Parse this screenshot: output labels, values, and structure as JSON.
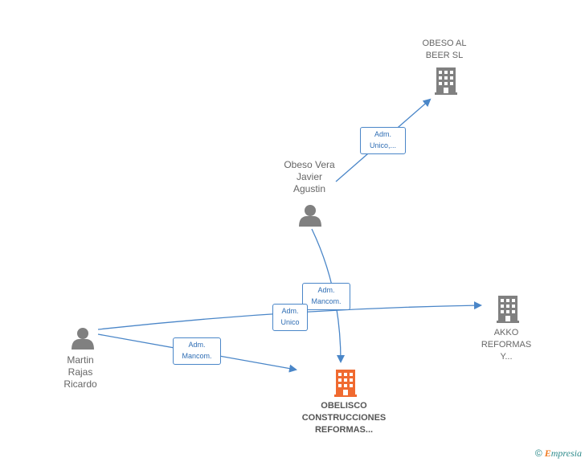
{
  "nodes": {
    "obeso_al_beer": {
      "lines": [
        "OBESO AL",
        "BEER  SL"
      ],
      "type": "company"
    },
    "obeso_vera": {
      "lines": [
        "Obeso Vera",
        "Javier",
        "Agustin"
      ],
      "type": "person"
    },
    "martin_rajas": {
      "lines": [
        "Martin",
        "Rajas",
        "Ricardo"
      ],
      "type": "person"
    },
    "akko": {
      "lines": [
        "AKKO",
        "REFORMAS",
        "Y..."
      ],
      "type": "company"
    },
    "obelisco": {
      "lines": [
        "OBELISCO",
        "CONSTRUCCIONES",
        "REFORMAS..."
      ],
      "type": "company",
      "highlight": true
    }
  },
  "edges": {
    "vera_to_beer": {
      "lines": [
        "Adm.",
        "Unico,..."
      ]
    },
    "vera_to_obelisco": {
      "lines": [
        "Adm.",
        "Mancom."
      ]
    },
    "martin_to_akko": {
      "lines": [
        "Adm.",
        "Unico"
      ]
    },
    "martin_to_obelisco": {
      "lines": [
        "Adm.",
        "Mancom."
      ]
    }
  },
  "colors": {
    "edge": "#4a86c8",
    "company_icon": "#808080",
    "company_icon_highlight": "#f06a30",
    "person_icon": "#808080"
  },
  "footer": {
    "copyright": "©",
    "brand_initial": "E",
    "brand_rest": "mpresia"
  }
}
